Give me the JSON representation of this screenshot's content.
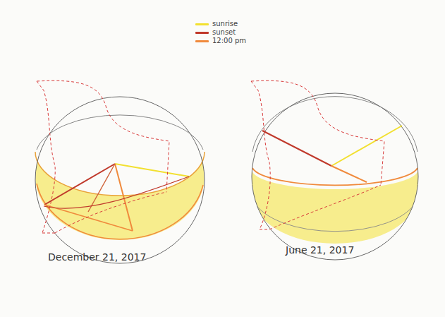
{
  "diagram": {
    "labels": [
      "December 21, 2017",
      "June 21, 2017"
    ],
    "legend": [
      {
        "text": "sunrise",
        "color": "#f2e030"
      },
      {
        "text": "sunset",
        "color": "#c0392b"
      },
      {
        "text": "12:00 pm",
        "color": "#f08a3c"
      }
    ]
  }
}
